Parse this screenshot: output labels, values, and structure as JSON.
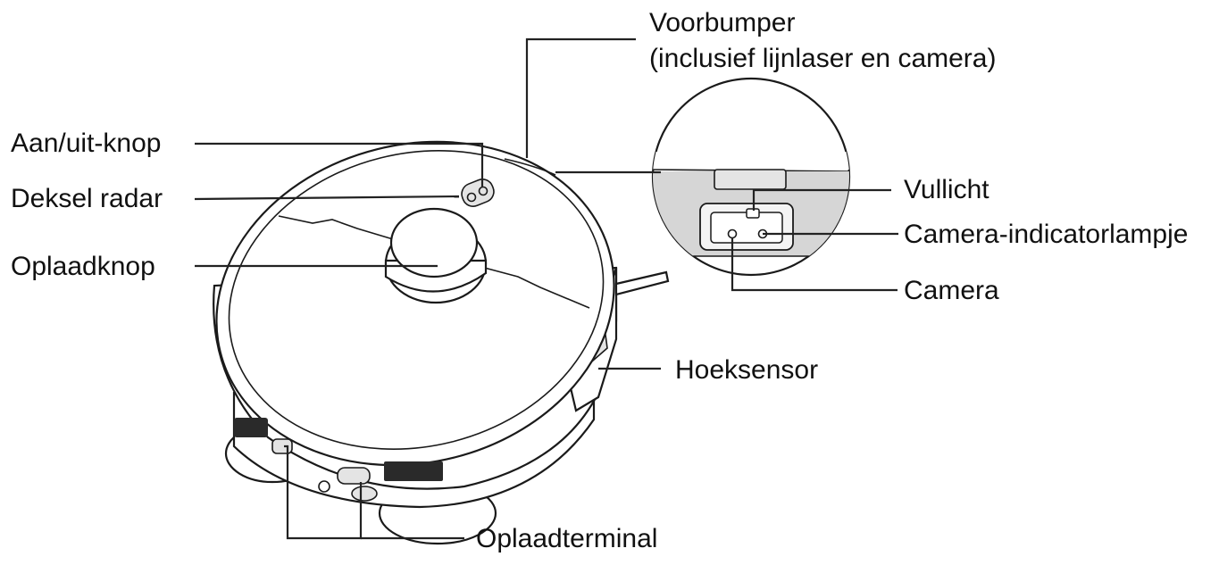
{
  "labels": {
    "front_bumper_line1": "Voorbumper",
    "front_bumper_line2": "(inclusief lijnlaser en camera)",
    "power_button": "Aan/uit-knop",
    "radar_cover": "Deksel radar",
    "charge_button": "Oplaadknop",
    "fill_light": "Vullicht",
    "camera_indicator": "Camera-indicatorlampje",
    "camera": "Camera",
    "angle_sensor": "Hoeksensor",
    "charge_terminal": "Oplaadterminal"
  }
}
